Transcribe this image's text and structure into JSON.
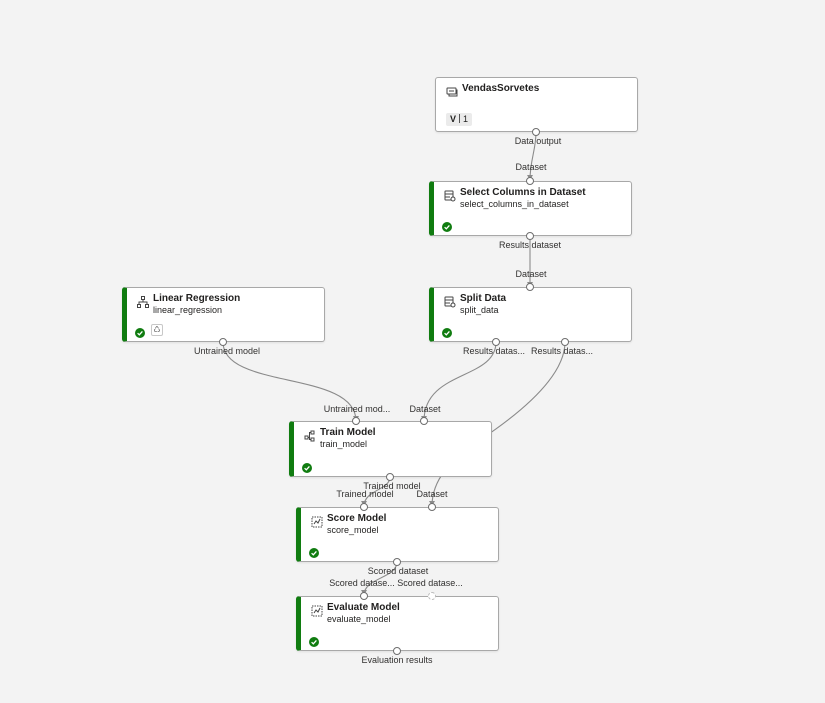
{
  "nodes": {
    "dataset": {
      "title": "VendasSorvetes",
      "version_letter": "V",
      "version_number": "1",
      "out_label": "Data output"
    },
    "select_columns": {
      "title": "Select Columns in Dataset",
      "subtitle": "select_columns_in_dataset",
      "in_label": "Dataset",
      "out_label": "Results dataset"
    },
    "split_data": {
      "title": "Split Data",
      "subtitle": "split_data",
      "in_label": "Dataset",
      "out1_label": "Results datas...",
      "out2_label": "Results datas..."
    },
    "linear_regression": {
      "title": "Linear Regression",
      "subtitle": "linear_regression",
      "out_label": "Untrained model"
    },
    "train_model": {
      "title": "Train Model",
      "subtitle": "train_model",
      "in1_label": "Untrained mod...",
      "in2_label": "Dataset",
      "out_label": "Trained model"
    },
    "score_model": {
      "title": "Score Model",
      "subtitle": "score_model",
      "in1_label": "Trained model",
      "in2_label": "Dataset",
      "out_label": "Scored dataset"
    },
    "evaluate_model": {
      "title": "Evaluate Model",
      "subtitle": "evaluate_model",
      "in1_label": "Scored datase...",
      "in2_label": "Scored datase...",
      "out_label": "Evaluation results"
    }
  },
  "colors": {
    "status_ok": "#107c10",
    "edge": "#8a8a8a",
    "canvas": "#f3f3f3"
  },
  "icons": {
    "dataset": "dataset-icon",
    "select_columns": "module-icon",
    "split_data": "module-icon",
    "linear_regression": "tree-icon",
    "train_model": "train-icon",
    "score_model": "score-icon",
    "evaluate_model": "score-icon",
    "status": "check-circle-icon"
  }
}
